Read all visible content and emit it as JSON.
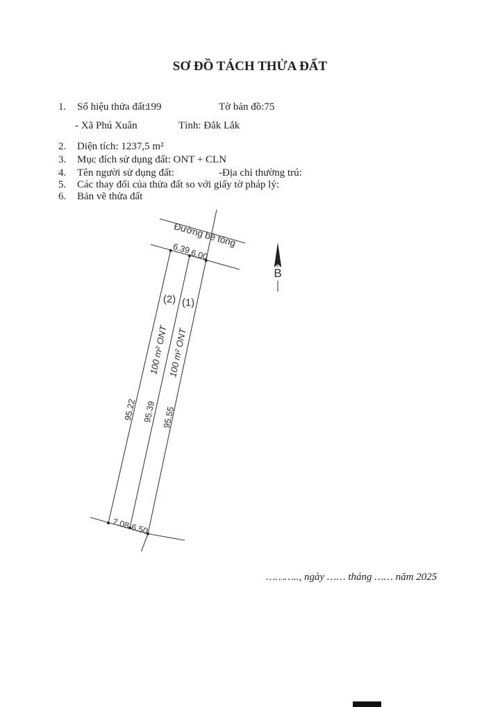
{
  "title": "SƠ ĐỒ TÁCH THỬA ĐẤT",
  "items": {
    "i1": {
      "num": "1.",
      "label": "Số hiệu thửa đất:",
      "value": "199",
      "map_sheet": "Tờ bản đồ:75"
    },
    "i1b": {
      "commune": "- Xã Phú Xuân",
      "province": "Tỉnh: Đắk Lắk"
    },
    "i2": {
      "num": "2.",
      "text": "Diện tích: 1237,5 m²"
    },
    "i3": {
      "num": "3.",
      "text": "Mục đích sử dụng đất: ONT + CLN"
    },
    "i4": {
      "num": "4.",
      "text": "Tên người sử dụng đất:",
      "address_label": "-Địa chỉ thường trú:"
    },
    "i5": {
      "num": "5.",
      "text": "Các thay đổi của thửa đất so với giấy tờ pháp lý:"
    },
    "i6": {
      "num": "6.",
      "text": "Bản vẽ thửa đất"
    }
  },
  "diagram": {
    "road_label": "Đường bê tông",
    "north_label": "B",
    "front_dims": [
      "6.39",
      "6.00"
    ],
    "back_dims": [
      "7.08",
      "6.50"
    ],
    "side_dims": [
      "95.22",
      "95.39",
      "95.55"
    ],
    "plot_ids": [
      "(2)",
      "(1)"
    ],
    "plot_areas": [
      "100 m² ONT",
      "100 m² ONT"
    ]
  },
  "footer": {
    "date_line": "……….., ngày …… tháng …… năm 2025"
  },
  "colors": {
    "ink": "#1f1f1f",
    "line": "#3d3d3d"
  }
}
